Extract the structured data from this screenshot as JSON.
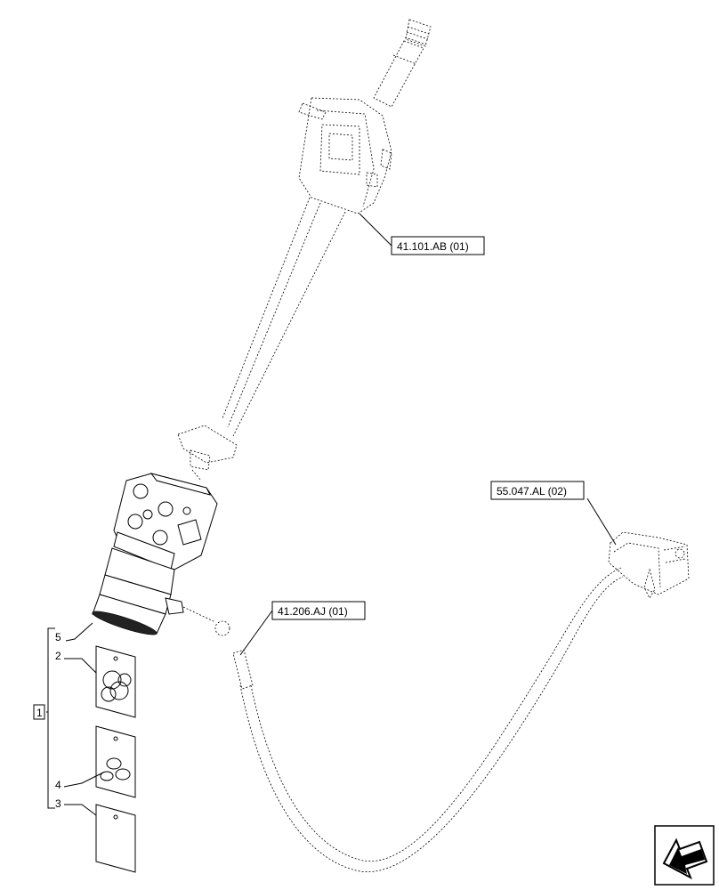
{
  "references": {
    "steering_column": "41.101.AB (01)",
    "valve_block": "55.047.AL (02)",
    "hose": "41.206.AJ (01)"
  },
  "kit": {
    "number": "1",
    "items": [
      "5",
      "2",
      "4",
      "3"
    ]
  },
  "nav_icon": "arrow-back-icon"
}
